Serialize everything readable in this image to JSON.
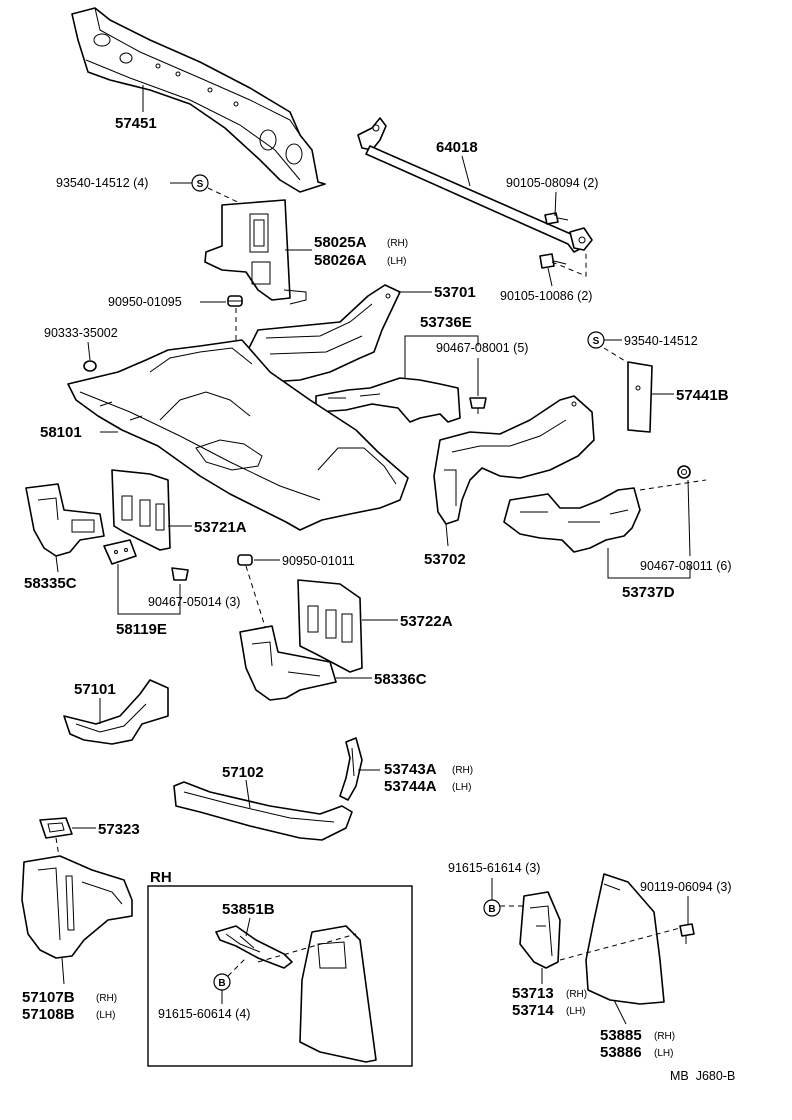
{
  "diagram_ref": "MB  J680-B",
  "section_label": "RH",
  "parts": {
    "p57451": "57451",
    "p64018": "64018",
    "p93540_14512_4": "93540-14512 (4)",
    "p90105_08094_2": "90105-08094 (2)",
    "p58025A": "58025A",
    "p58025A_side": "(RH)",
    "p58026A": "58026A",
    "p58026A_side": "(LH)",
    "p90950_01095": "90950-01095",
    "p53701": "53701",
    "p90105_10086_2": "90105-10086 (2)",
    "p90333_35002": "90333-35002",
    "p53736E": "53736E",
    "p90467_08001_5": "90467-08001 (5)",
    "p93540_14512": "93540-14512",
    "p57441B": "57441B",
    "p58101": "58101",
    "p53721A": "53721A",
    "p53702": "53702",
    "p90950_01011": "90950-01011",
    "p90467_08011_6": "90467-08011 (6)",
    "p58335C": "58335C",
    "p90467_05014_3": "90467-05014 (3)",
    "p58119E": "58119E",
    "p53737D": "53737D",
    "p53722A": "53722A",
    "p58336C": "58336C",
    "p57101": "57101",
    "p57102": "57102",
    "p53743A": "53743A",
    "p53743A_side": "(RH)",
    "p53744A": "53744A",
    "p53744A_side": "(LH)",
    "p57323": "57323",
    "p53851B": "53851B",
    "p91615_61614_3": "91615-61614 (3)",
    "p90119_06094_3": "90119-06094 (3)",
    "p91615_60614_4": "91615-60614 (4)",
    "p57107B": "57107B",
    "p57107B_side": "(RH)",
    "p57108B": "57108B",
    "p57108B_side": "(LH)",
    "p53713": "53713",
    "p53713_side": "(RH)",
    "p53714": "53714",
    "p53714_side": "(LH)",
    "p53885": "53885",
    "p53885_side": "(RH)",
    "p53886": "53886",
    "p53886_side": "(LH)"
  },
  "markers": {
    "s": "S",
    "b": "B"
  }
}
